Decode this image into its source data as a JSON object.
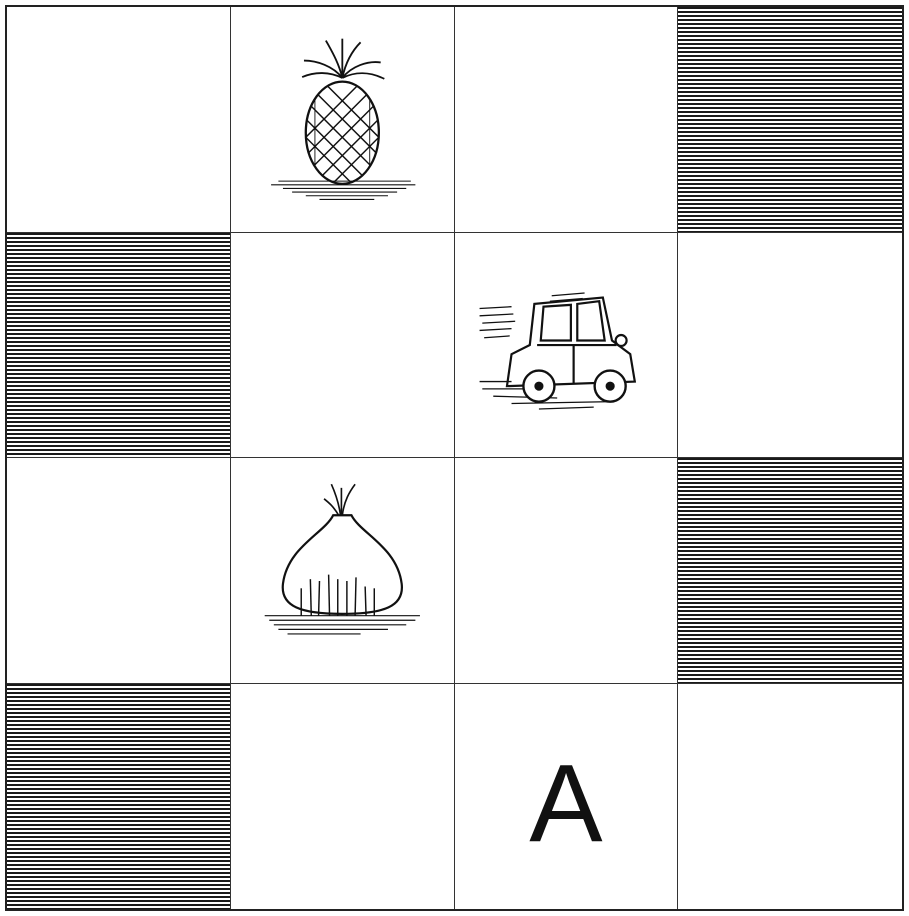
{
  "board": {
    "rows": 4,
    "cols": 4,
    "cells": [
      {
        "row": 0,
        "col": 0,
        "pattern": "blank",
        "content": ""
      },
      {
        "row": 0,
        "col": 1,
        "pattern": "blank",
        "content": "pineapple-icon"
      },
      {
        "row": 0,
        "col": 2,
        "pattern": "blank",
        "content": ""
      },
      {
        "row": 0,
        "col": 3,
        "pattern": "striped",
        "content": ""
      },
      {
        "row": 1,
        "col": 0,
        "pattern": "striped",
        "content": ""
      },
      {
        "row": 1,
        "col": 1,
        "pattern": "blank",
        "content": ""
      },
      {
        "row": 1,
        "col": 2,
        "pattern": "blank",
        "content": "car-icon"
      },
      {
        "row": 1,
        "col": 3,
        "pattern": "blank",
        "content": ""
      },
      {
        "row": 2,
        "col": 0,
        "pattern": "blank",
        "content": ""
      },
      {
        "row": 2,
        "col": 1,
        "pattern": "blank",
        "content": "onion-icon"
      },
      {
        "row": 2,
        "col": 2,
        "pattern": "blank",
        "content": ""
      },
      {
        "row": 2,
        "col": 3,
        "pattern": "striped",
        "content": ""
      },
      {
        "row": 3,
        "col": 0,
        "pattern": "striped",
        "content": ""
      },
      {
        "row": 3,
        "col": 1,
        "pattern": "blank",
        "content": ""
      },
      {
        "row": 3,
        "col": 2,
        "pattern": "blank",
        "content": "letter"
      },
      {
        "row": 3,
        "col": 3,
        "pattern": "blank",
        "content": ""
      }
    ],
    "letter_cell_text": "A"
  },
  "colors": {
    "ink": "#1a1a1a",
    "background": "#ffffff"
  }
}
